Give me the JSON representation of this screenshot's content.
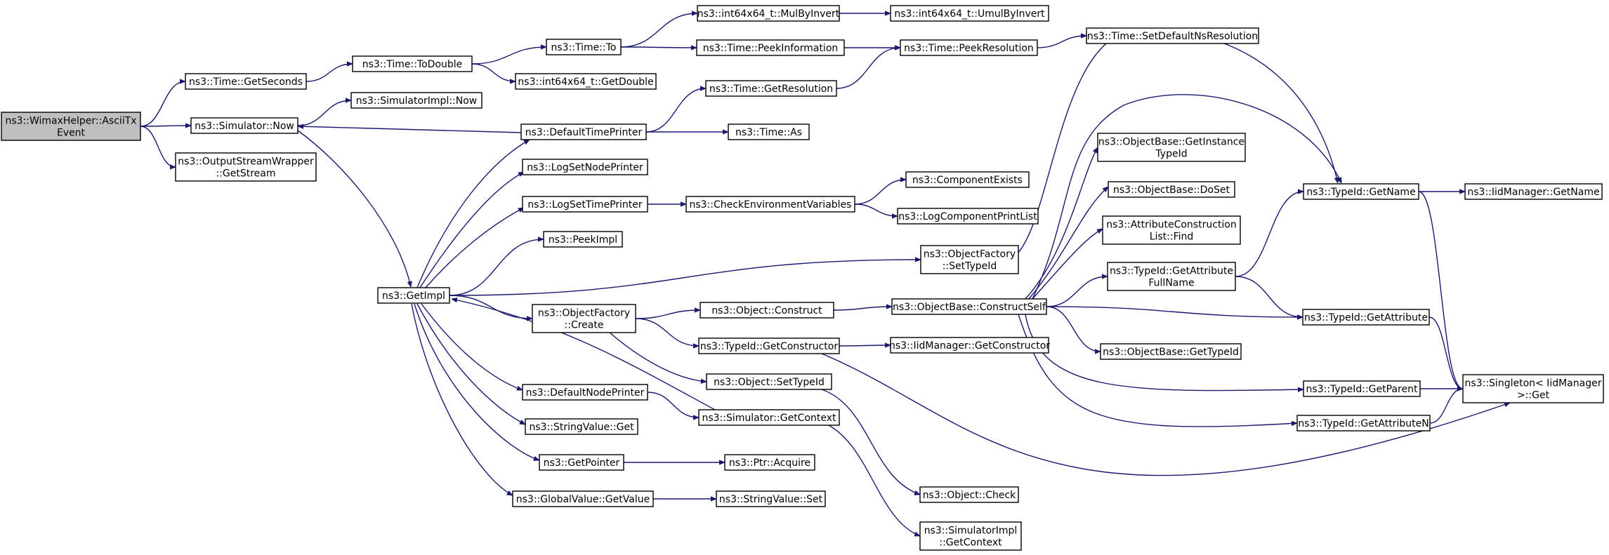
{
  "colors": {
    "edge": "#191970",
    "normal_border": "#000000",
    "truncated_border": "#ff0000",
    "root_fill": "#bfbfbf",
    "node_fill": "#ffffff"
  },
  "nodes": [
    {
      "id": "root",
      "lines": [
        "ns3::WimaxHelper::AsciiTx",
        "Event"
      ],
      "style": "root"
    },
    {
      "id": "getseconds",
      "lines": [
        "ns3::Time::GetSeconds"
      ],
      "style": "normal"
    },
    {
      "id": "simnow",
      "lines": [
        "ns3::Simulator::Now"
      ],
      "style": "normal"
    },
    {
      "id": "osw",
      "lines": [
        "ns3::OutputStreamWrapper",
        "::GetStream"
      ],
      "style": "normal"
    },
    {
      "id": "todouble",
      "lines": [
        "ns3::Time::ToDouble"
      ],
      "style": "normal"
    },
    {
      "id": "simimplnow",
      "lines": [
        "ns3::SimulatorImpl::Now"
      ],
      "style": "normal"
    },
    {
      "id": "timeto",
      "lines": [
        "ns3::Time::To"
      ],
      "style": "normal"
    },
    {
      "id": "getdouble",
      "lines": [
        "ns3::int64x64_t::GetDouble"
      ],
      "style": "normal"
    },
    {
      "id": "mulbyinvert",
      "lines": [
        "ns3::int64x64_t::MulByInvert"
      ],
      "style": "normal"
    },
    {
      "id": "umulbyinvert",
      "lines": [
        "ns3::int64x64_t::UmulByInvert"
      ],
      "style": "normal"
    },
    {
      "id": "peekinfo",
      "lines": [
        "ns3::Time::PeekInformation"
      ],
      "style": "normal"
    },
    {
      "id": "peekres",
      "lines": [
        "ns3::Time::PeekResolution"
      ],
      "style": "normal"
    },
    {
      "id": "setdefres",
      "lines": [
        "ns3::Time::SetDefaultNsResolution"
      ],
      "style": "truncated"
    },
    {
      "id": "getres",
      "lines": [
        "ns3::Time::GetResolution"
      ],
      "style": "normal"
    },
    {
      "id": "deftp",
      "lines": [
        "ns3::DefaultTimePrinter"
      ],
      "style": "normal"
    },
    {
      "id": "timeas",
      "lines": [
        "ns3::Time::As"
      ],
      "style": "normal"
    },
    {
      "id": "lsnp",
      "lines": [
        "ns3::LogSetNodePrinter"
      ],
      "style": "normal"
    },
    {
      "id": "lstp",
      "lines": [
        "ns3::LogSetTimePrinter"
      ],
      "style": "normal"
    },
    {
      "id": "checkenv",
      "lines": [
        "ns3::CheckEnvironmentVariables"
      ],
      "style": "normal"
    },
    {
      "id": "compexists",
      "lines": [
        "ns3::ComponentExists"
      ],
      "style": "truncated"
    },
    {
      "id": "logcpl",
      "lines": [
        "ns3::LogComponentPrintList"
      ],
      "style": "truncated"
    },
    {
      "id": "peekimpl",
      "lines": [
        "ns3::PeekImpl"
      ],
      "style": "normal"
    },
    {
      "id": "getimpl",
      "lines": [
        "ns3::GetImpl"
      ],
      "style": "normal"
    },
    {
      "id": "ofsettypeid",
      "lines": [
        "ns3::ObjectFactory",
        "::SetTypeId"
      ],
      "style": "normal"
    },
    {
      "id": "ofcreate",
      "lines": [
        "ns3::ObjectFactory",
        "::Create"
      ],
      "style": "normal"
    },
    {
      "id": "objconstruct",
      "lines": [
        "ns3::Object::Construct"
      ],
      "style": "normal"
    },
    {
      "id": "constructself",
      "lines": [
        "ns3::ObjectBase::ConstructSelf"
      ],
      "style": "truncated"
    },
    {
      "id": "getconstructor",
      "lines": [
        "ns3::TypeId::GetConstructor"
      ],
      "style": "normal"
    },
    {
      "id": "iidgetconstructor",
      "lines": [
        "ns3::IidManager::GetConstructor"
      ],
      "style": "truncated"
    },
    {
      "id": "objsettypeid",
      "lines": [
        "ns3::Object::SetTypeId"
      ],
      "style": "normal"
    },
    {
      "id": "defnp",
      "lines": [
        "ns3::DefaultNodePrinter"
      ],
      "style": "normal"
    },
    {
      "id": "simgetcontext",
      "lines": [
        "ns3::Simulator::GetContext"
      ],
      "style": "normal"
    },
    {
      "id": "svget",
      "lines": [
        "ns3::StringValue::Get"
      ],
      "style": "normal"
    },
    {
      "id": "getpointer",
      "lines": [
        "ns3::GetPointer"
      ],
      "style": "normal"
    },
    {
      "id": "ptracquire",
      "lines": [
        "ns3::Ptr::Acquire"
      ],
      "style": "normal"
    },
    {
      "id": "gvgetvalue",
      "lines": [
        "ns3::GlobalValue::GetValue"
      ],
      "style": "normal"
    },
    {
      "id": "svset",
      "lines": [
        "ns3::StringValue::Set"
      ],
      "style": "normal"
    },
    {
      "id": "objcheck",
      "lines": [
        "ns3::Object::Check"
      ],
      "style": "truncated"
    },
    {
      "id": "simimplgetcontext",
      "lines": [
        "ns3::SimulatorImpl",
        "::GetContext"
      ],
      "style": "normal"
    },
    {
      "id": "getinstancetypeid",
      "lines": [
        "ns3::ObjectBase::GetInstance",
        "TypeId"
      ],
      "style": "normal"
    },
    {
      "id": "doset",
      "lines": [
        "ns3::ObjectBase::DoSet"
      ],
      "style": "normal"
    },
    {
      "id": "aclfind",
      "lines": [
        "ns3::AttributeConstruction",
        "List::Find"
      ],
      "style": "normal"
    },
    {
      "id": "getattrfullname",
      "lines": [
        "ns3::TypeId::GetAttribute",
        "FullName"
      ],
      "style": "normal"
    },
    {
      "id": "obgettypeid",
      "lines": [
        "ns3::ObjectBase::GetTypeId"
      ],
      "style": "truncated"
    },
    {
      "id": "tidgetname",
      "lines": [
        "ns3::TypeId::GetName"
      ],
      "style": "normal"
    },
    {
      "id": "iidgetname",
      "lines": [
        "ns3::IidManager::GetName"
      ],
      "style": "truncated"
    },
    {
      "id": "tidgetattribute",
      "lines": [
        "ns3::TypeId::GetAttribute"
      ],
      "style": "truncated"
    },
    {
      "id": "tidgetparent",
      "lines": [
        "ns3::TypeId::GetParent"
      ],
      "style": "truncated"
    },
    {
      "id": "tidgetattributen",
      "lines": [
        "ns3::TypeId::GetAttributeN"
      ],
      "style": "truncated"
    },
    {
      "id": "singletonget",
      "lines": [
        "ns3::Singleton< IidManager",
        " >::Get"
      ],
      "style": "normal"
    }
  ],
  "edges": [
    [
      "root",
      "getseconds"
    ],
    [
      "root",
      "simnow"
    ],
    [
      "root",
      "osw"
    ],
    [
      "getseconds",
      "todouble"
    ],
    [
      "todouble",
      "timeto"
    ],
    [
      "todouble",
      "getdouble"
    ],
    [
      "timeto",
      "mulbyinvert"
    ],
    [
      "timeto",
      "peekinfo"
    ],
    [
      "mulbyinvert",
      "umulbyinvert"
    ],
    [
      "peekinfo",
      "peekres"
    ],
    [
      "peekres",
      "setdefres"
    ],
    [
      "getres",
      "peekres"
    ],
    [
      "simnow",
      "simimplnow"
    ],
    [
      "simnow",
      "getimpl"
    ],
    [
      "deftp",
      "simnow"
    ],
    [
      "deftp",
      "getres"
    ],
    [
      "deftp",
      "timeas"
    ],
    [
      "getimpl",
      "deftp"
    ],
    [
      "getimpl",
      "lsnp"
    ],
    [
      "getimpl",
      "lstp"
    ],
    [
      "getimpl",
      "peekimpl"
    ],
    [
      "getimpl",
      "ofsettypeid"
    ],
    [
      "getimpl",
      "ofcreate"
    ],
    [
      "getimpl",
      "defnp"
    ],
    [
      "getimpl",
      "svget"
    ],
    [
      "getimpl",
      "getpointer"
    ],
    [
      "getimpl",
      "gvgetvalue"
    ],
    [
      "lstp",
      "checkenv"
    ],
    [
      "checkenv",
      "compexists"
    ],
    [
      "checkenv",
      "logcpl"
    ],
    [
      "ofsettypeid",
      "tidgetname"
    ],
    [
      "ofcreate",
      "objconstruct"
    ],
    [
      "ofcreate",
      "getconstructor"
    ],
    [
      "ofcreate",
      "objsettypeid"
    ],
    [
      "objconstruct",
      "constructself"
    ],
    [
      "getconstructor",
      "iidgetconstructor"
    ],
    [
      "getconstructor",
      "singletonget"
    ],
    [
      "objsettypeid",
      "objcheck"
    ],
    [
      "defnp",
      "simgetcontext"
    ],
    [
      "simgetcontext",
      "getimpl"
    ],
    [
      "simgetcontext",
      "simimplgetcontext"
    ],
    [
      "getpointer",
      "ptracquire"
    ],
    [
      "gvgetvalue",
      "svset"
    ],
    [
      "constructself",
      "getinstancetypeid"
    ],
    [
      "constructself",
      "doset"
    ],
    [
      "constructself",
      "aclfind"
    ],
    [
      "constructself",
      "getattrfullname"
    ],
    [
      "constructself",
      "obgettypeid"
    ],
    [
      "constructself",
      "tidgetname"
    ],
    [
      "constructself",
      "tidgetattribute"
    ],
    [
      "constructself",
      "tidgetparent"
    ],
    [
      "constructself",
      "tidgetattributen"
    ],
    [
      "getattrfullname",
      "tidgetname"
    ],
    [
      "getattrfullname",
      "tidgetattribute"
    ],
    [
      "tidgetname",
      "iidgetname"
    ],
    [
      "tidgetname",
      "singletonget"
    ],
    [
      "tidgetattribute",
      "singletonget"
    ],
    [
      "tidgetparent",
      "singletonget"
    ],
    [
      "tidgetattributen",
      "singletonget"
    ]
  ]
}
